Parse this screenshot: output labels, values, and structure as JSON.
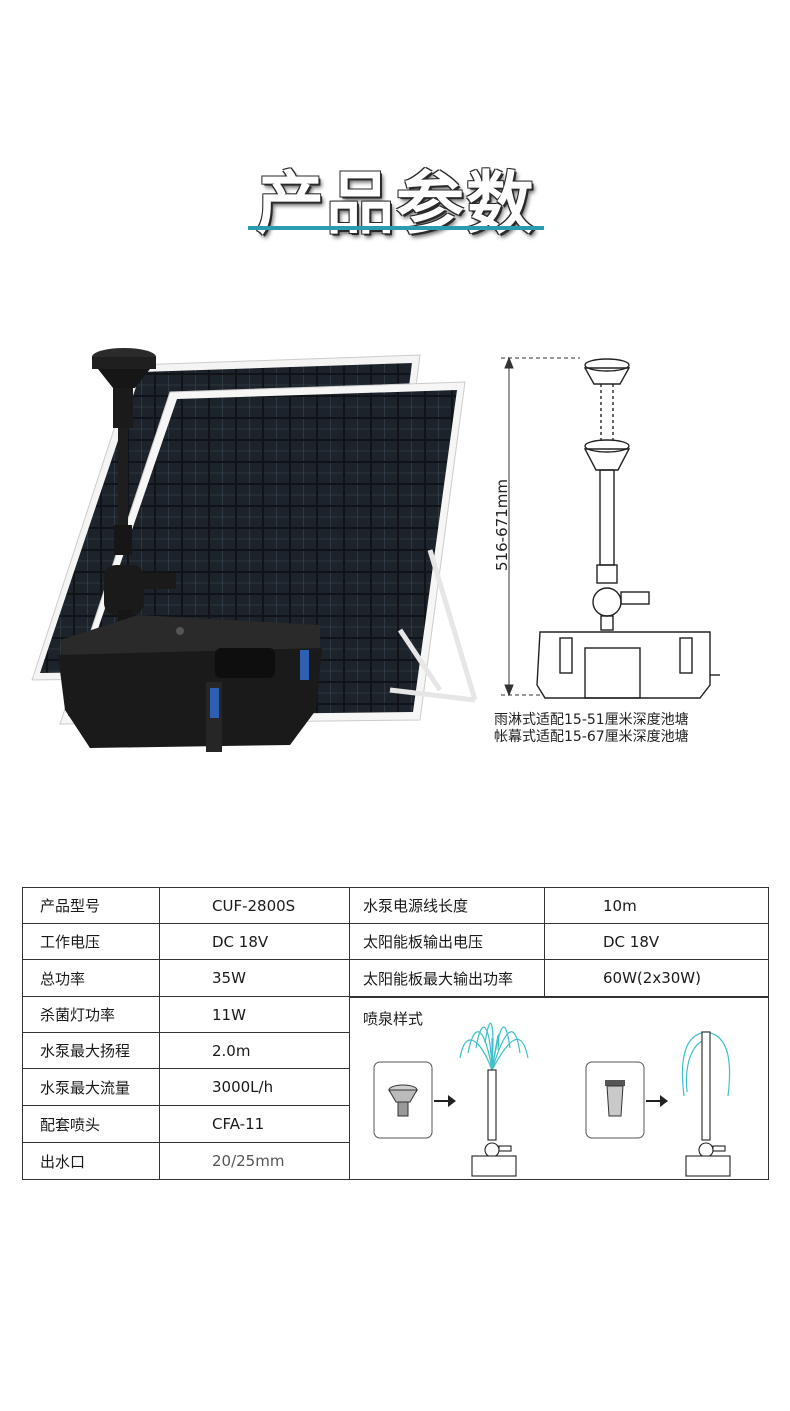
{
  "heading": {
    "title": "产品参数"
  },
  "dimension": {
    "height_label": "516-671mm"
  },
  "caption": {
    "line1": "雨淋式适配15-51厘米深度池塘",
    "line2": "帐幕式适配15-67厘米深度池塘"
  },
  "specs": {
    "left": [
      {
        "label": "产品型号",
        "value": "CUF-2800S"
      },
      {
        "label": "工作电压",
        "value": "DC 18V"
      },
      {
        "label": "总功率",
        "value": "35W"
      },
      {
        "label": "杀菌灯功率",
        "value": "11W"
      },
      {
        "label": "水泵最大扬程",
        "value": "2.0m"
      },
      {
        "label": "水泵最大流量",
        "value": "3000L/h"
      },
      {
        "label": "配套喷头",
        "value": "CFA-11"
      },
      {
        "label": "出水口",
        "value": "20/25mm"
      }
    ],
    "right": [
      {
        "label": "水泵电源线长度",
        "value": "10m"
      },
      {
        "label": "太阳能板输出电压",
        "value": "DC 18V"
      },
      {
        "label": "太阳能板最大输出功率",
        "value": "60W(2x30W)"
      }
    ],
    "fountain_label": "喷泉样式"
  },
  "colors": {
    "accent": "#2a9bb0",
    "water": "#3fc0c8",
    "panel": "#141414",
    "border": "#333333"
  }
}
